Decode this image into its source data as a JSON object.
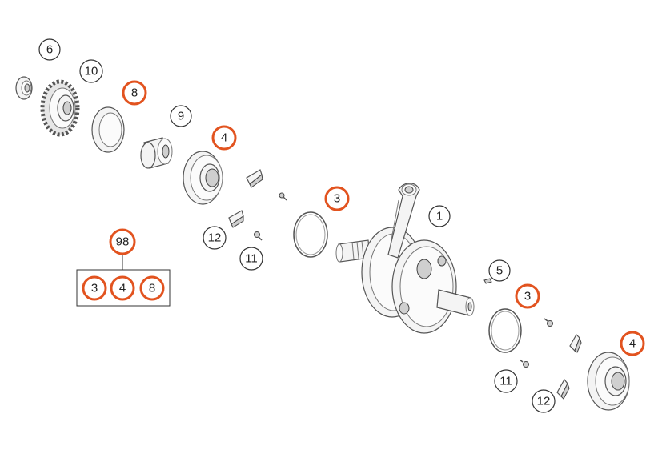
{
  "callouts": {
    "c6": "6",
    "c10": "10",
    "c8": "8",
    "c9": "9",
    "c4a": "4",
    "c3a": "3",
    "c1": "1",
    "c12a": "12",
    "c11a": "11",
    "c98": "98",
    "c3k": "3",
    "c4k": "4",
    "c8k": "8",
    "c5": "5",
    "c3b": "3",
    "c4b": "4",
    "c11b": "11",
    "c12b": "12"
  },
  "colors": {
    "highlight": "#e2531f",
    "line": "#333333"
  }
}
